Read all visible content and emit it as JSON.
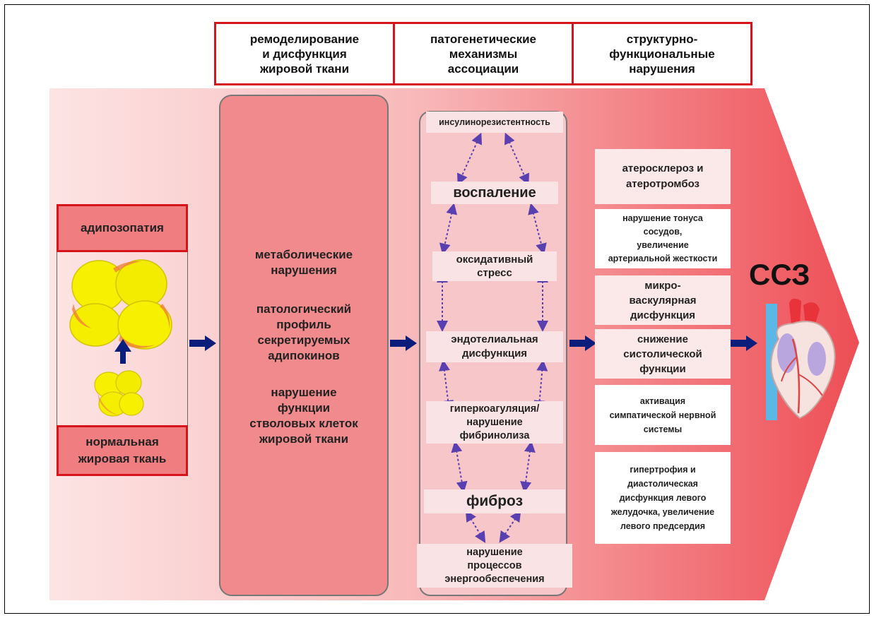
{
  "headers": [
    "ремоделирование\nи дисфункция\nжировой ткани",
    "патогенетические\nмеханизмы\nассоциации",
    "структурно-\nфункциональные\nнарушения"
  ],
  "left": {
    "top_label": "адипозопатия",
    "bottom_label": "нормальная\nжировая ткань"
  },
  "remodeling": [
    "метаболические\nнарушения",
    "патологический\nпрофиль\nсекретируемых\nадипокинов",
    "нарушение\nфункции\nстволовых клеток\nжировой ткани"
  ],
  "mechanisms": [
    "инсулинорезистентность",
    "воспаление",
    "оксидативный\nстресс",
    "эндотелиальная\nдисфункция",
    "гиперкоагуляция/\nнарушение\nфибринолиза",
    "фиброз",
    "нарушение\nпроцессов\nэнергообеспечения"
  ],
  "outcomes": [
    "атеросклероз и\nатеротромбоз",
    "нарушение тонуса\nсосудов,\nувеличение\nартериальной жесткости",
    "микро-\nваскулярная\nдисфункция",
    "снижение\nсистолической\nфункции",
    "активация\nсимпатической нервной\nсистемы",
    "гипертрофия и\nдиастолическая\nдисфункция левого\nжелудочка, увеличение\nлевого предсердия"
  ],
  "result_label": "ССЗ",
  "colors": {
    "border_red": "#d6141c",
    "arrow_navy": "#0b1d7a",
    "dotted_arrow": "#5a3fb0",
    "fat_cell": "#f7f000"
  },
  "icons": [
    "right-arrow-icon",
    "up-arrow-icon",
    "fat-cells-icon",
    "heart-icon",
    "bidirectional-arrow-icon"
  ]
}
